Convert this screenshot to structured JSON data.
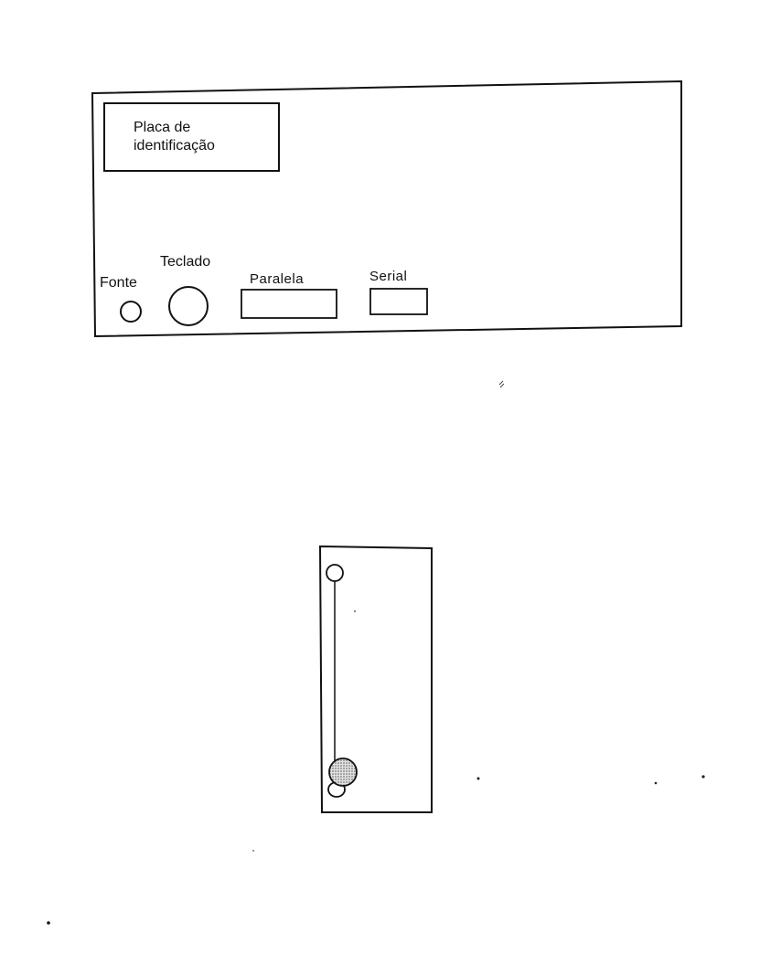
{
  "rear_panel": {
    "id_plate": {
      "line1": "Placa de",
      "line2": "identificação"
    },
    "ports": {
      "power": "Fonte",
      "keyboard": "Teclado",
      "parallel": "Paralela",
      "serial": "Serial"
    }
  },
  "colors": {
    "stroke": "#111111",
    "fill_shaded": "#bdbdbd",
    "background": "#ffffff"
  }
}
